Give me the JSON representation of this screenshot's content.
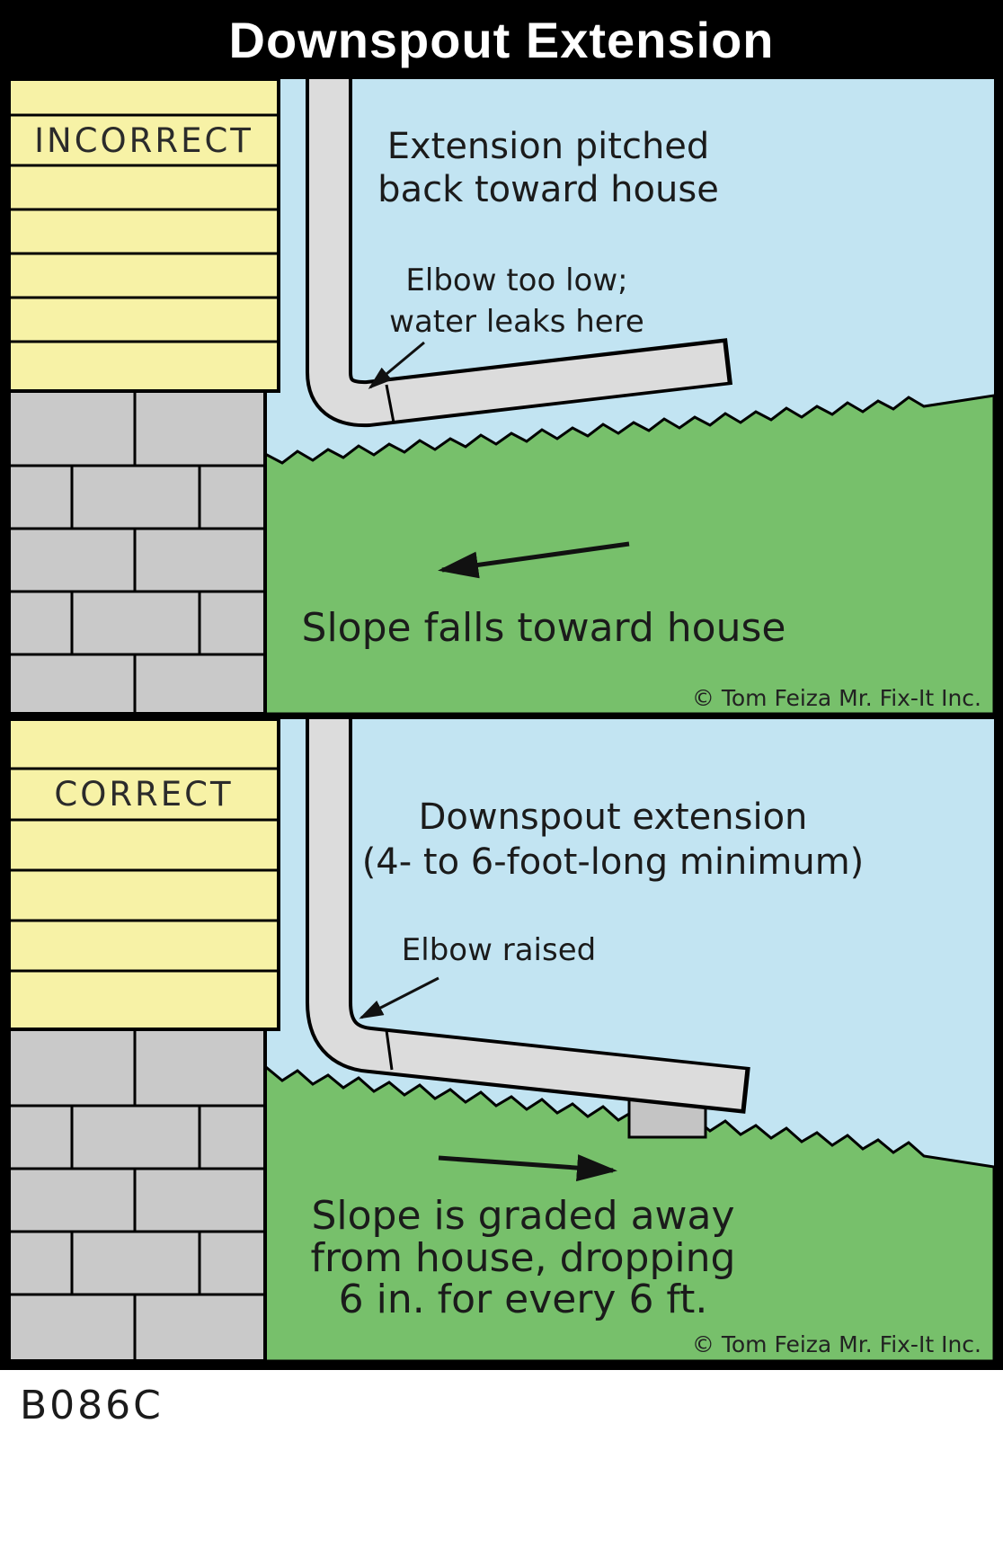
{
  "title": "Downspout Extension",
  "figure_code": "B086C",
  "colors": {
    "sky": "#c2e4f2",
    "grass": "#77c06b",
    "siding": "#f7f2a6",
    "brick": "#c9c9c9",
    "pipe": "#dcdcdc",
    "splash_block": "#c4c4c4",
    "title_bg": "#000000",
    "title_text": "#ffffff"
  },
  "panel_incorrect": {
    "label": "INCORRECT",
    "caption_lines": [
      "Extension pitched",
      "back toward house"
    ],
    "elbow_note_lines": [
      "Elbow too low;",
      "water leaks here"
    ],
    "slope_note": "Slope falls toward house",
    "copyright": "© Tom Feiza Mr. Fix-It Inc."
  },
  "panel_correct": {
    "label": "CORRECT",
    "caption_lines": [
      "Downspout extension",
      "(4- to 6-foot-long minimum)"
    ],
    "elbow_note": "Elbow raised",
    "slope_note_lines": [
      "Slope is graded away",
      "from house, dropping",
      "6 in. for every 6 ft."
    ],
    "copyright": "© Tom Feiza Mr. Fix-It Inc."
  }
}
